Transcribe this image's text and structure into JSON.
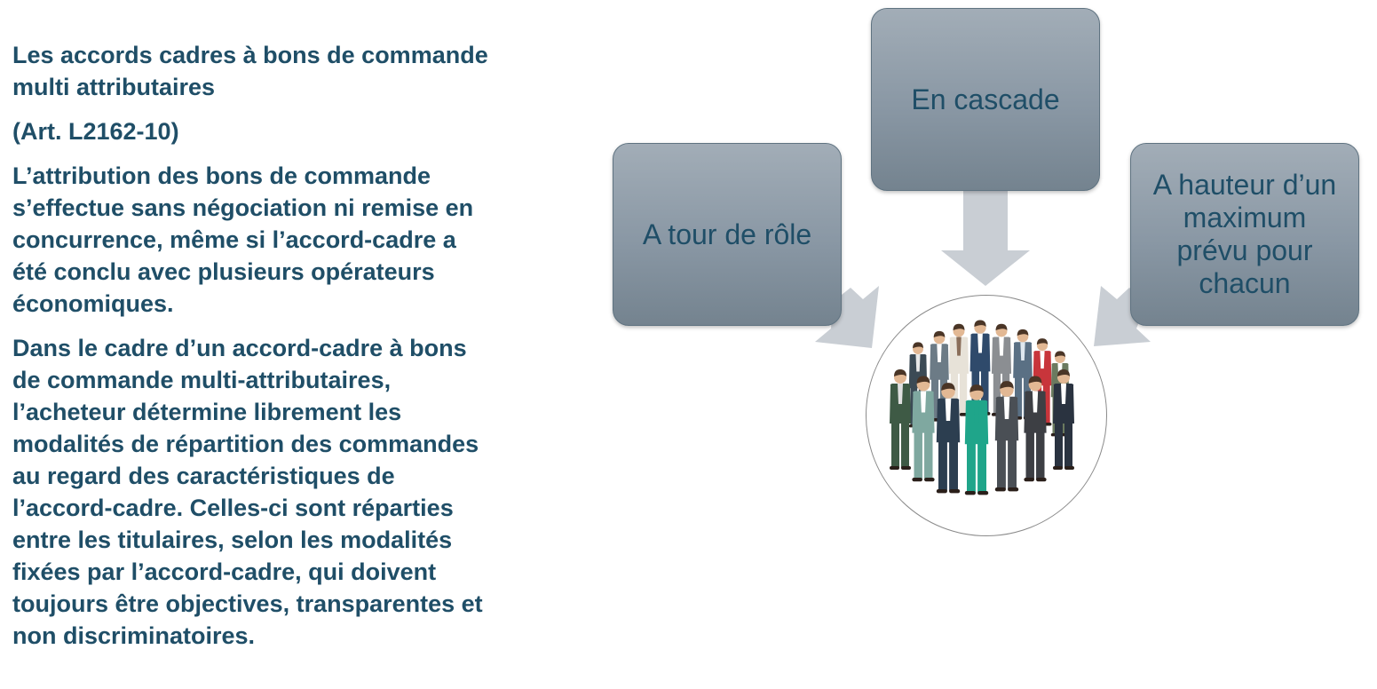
{
  "text": {
    "heading": "Les accords cadres à bons de commande\nmulti attributaires",
    "article": "(Art. L2162-10)",
    "paragraph1": "L’attribution des bons de commande\ns’effectue sans négociation ni remise en\nconcurrence, même si l’accord-cadre a\nété conclu avec plusieurs opérateurs\néconomiques.",
    "paragraph2": "Dans le cadre d’un accord-cadre à bons\nde commande multi-attributaires,\nl’acheteur détermine librement les\nmodalités de répartition des commandes\nau regard des caractéristiques de\nl’accord-cadre. Celles-ci sont réparties\nentre les titulaires, selon les modalités\nfixées par l’accord-cadre, qui doivent\ntoujours être objectives, transparentes et\nnon discriminatoires."
  },
  "diagram": {
    "left_box": "A tour de rôle",
    "top_box": "En cascade",
    "right_box": "A hauteur d’un\nmaximum\nprévu pour\nchacun",
    "center_image": "business-people-group-icon"
  },
  "colors": {
    "text": "#1f4e67",
    "box_fill": "#8f9ca8",
    "arrow": "#c9ced4"
  }
}
